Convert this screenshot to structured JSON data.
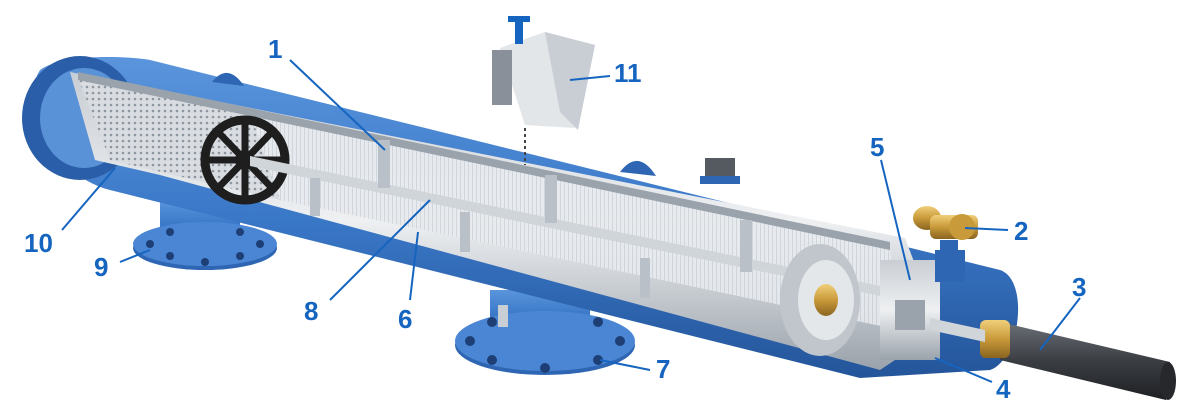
{
  "colors": {
    "accent": "#1565c0",
    "body_blue": "#3a78c8",
    "body_blue_dark": "#2b5ea8",
    "steel": "#b9c0c8",
    "brass": "#c99a3a",
    "rod_dark": "#3a3d42"
  },
  "labels": {
    "l1": "1",
    "l2": "2",
    "l3": "3",
    "l4": "4",
    "l5": "5",
    "l6": "6",
    "l7": "7",
    "l8": "8",
    "l9": "9",
    "l10": "10",
    "l11": "11"
  },
  "icons": [
    "filter-housing",
    "screen-cylinder",
    "suction-scanner",
    "drive-rod",
    "controller-box",
    "flush-valve",
    "inlet-flange",
    "outlet-flange",
    "handwheel"
  ]
}
